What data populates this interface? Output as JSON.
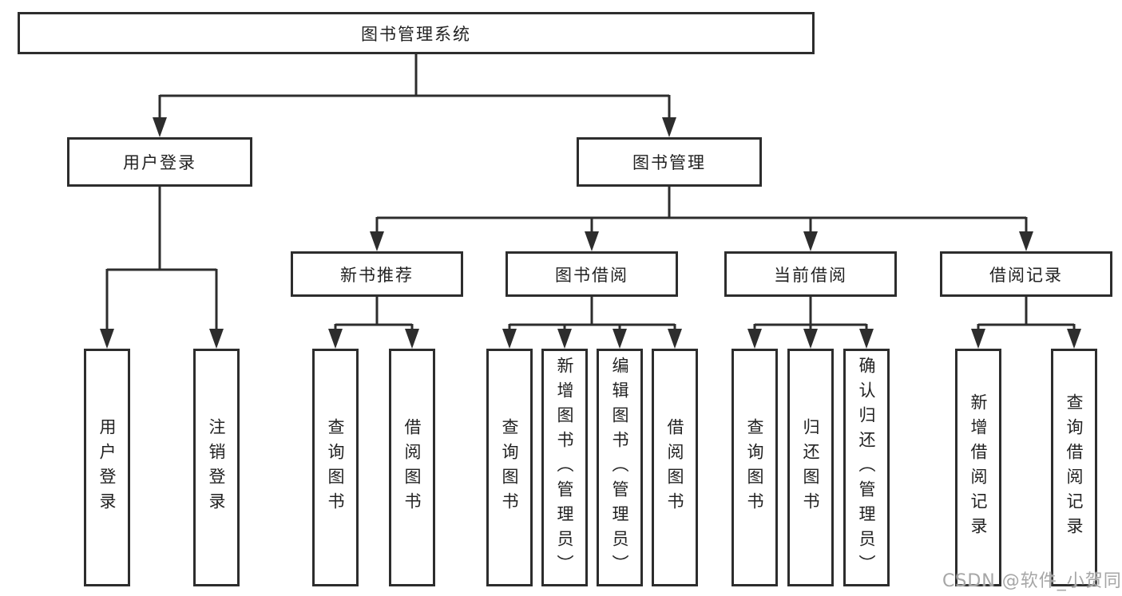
{
  "colors": {
    "line": "#2d2d2d",
    "box_border": "#2d2d2d",
    "box_fill": "#ffffff",
    "text": "#222222",
    "watermark": "#a6a6a6"
  },
  "watermark": "CSDN @软件_小贺同学",
  "tree": {
    "root": "图书管理系统",
    "branches": [
      {
        "label": "用户登录",
        "children": [
          "用户登录",
          "注销登录"
        ]
      },
      {
        "label": "图书管理",
        "sections": [
          {
            "label": "新书推荐",
            "children": [
              "查询图书",
              "借阅图书"
            ]
          },
          {
            "label": "图书借阅",
            "children": [
              "查询图书",
              "新增图书（管理员）",
              "编辑图书（管理员）",
              "借阅图书"
            ]
          },
          {
            "label": "当前借阅",
            "children": [
              "查询图书",
              "归还图书",
              "确认归还（管理员）"
            ]
          },
          {
            "label": "借阅记录",
            "children": [
              "新增借阅记录",
              "查询借阅记录"
            ]
          }
        ]
      }
    ]
  }
}
